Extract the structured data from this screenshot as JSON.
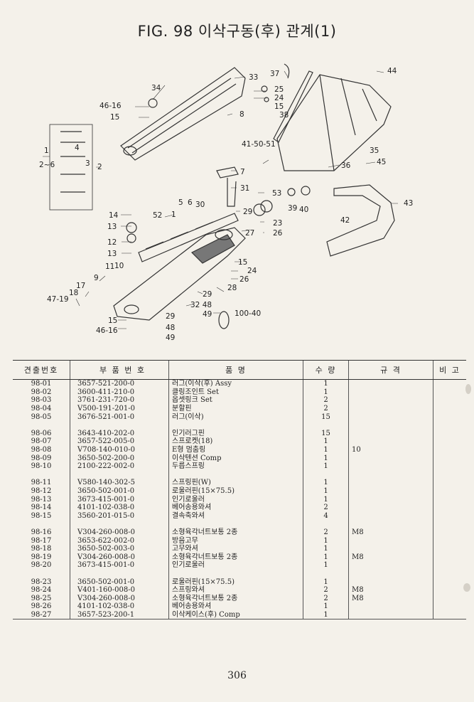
{
  "title": "FIG. 98 이삭구동(후) 관계(1)",
  "callouts": {
    "c33": "33",
    "c34": "34",
    "c37": "37",
    "c44": "44",
    "c25a": "25",
    "c24a": "24",
    "c15a": "15",
    "c38": "38",
    "c4616a": "46-16",
    "c15b": "15",
    "c8": "8",
    "c1": "1",
    "c26": "2~6",
    "c3": "3",
    "c2": "2",
    "c4": "4",
    "c41": "41-50-51",
    "c35": "35",
    "c36": "36",
    "c45": "45",
    "c7": "7",
    "c31": "31",
    "c53": "53",
    "c43": "43",
    "c5": "5",
    "c6": "6",
    "c39": "39",
    "c40": "40",
    "c42": "42",
    "c14": "14",
    "c52": "52",
    "c30": "30",
    "c29a": "29",
    "c23": "23",
    "c13a": "13",
    "c12": "12",
    "c27": "27",
    "c26b": "26",
    "c13b": "13",
    "c11": "11",
    "c10": "10",
    "c15c": "15",
    "c24b": "24",
    "c9": "9",
    "c17": "17",
    "c18": "18",
    "c26c": "26",
    "c4719": "47-19",
    "c28": "28",
    "c29b": "29",
    "c3248": "32 48",
    "c49a": "49",
    "c10040": "100-40",
    "c15d": "15",
    "c29c": "29",
    "c4616b": "46-16",
    "c48": "48",
    "c49b": "49",
    "c1b": "1"
  },
  "table": {
    "headers": [
      "견출번호",
      "부 품 번 호",
      "품 명",
      "수 량",
      "규 격",
      "비 고"
    ],
    "rows": [
      [
        "98-01",
        "3657-521-200-0",
        "러그(이삭(후) Assy",
        "1",
        "",
        ""
      ],
      [
        "98-02",
        "3600-411-210-0",
        "클링조인트 Set",
        "1",
        "",
        ""
      ],
      [
        "98-03",
        "3761-231-720-0",
        "옵셋링크 Set",
        "2",
        "",
        ""
      ],
      [
        "98-04",
        "V500-191-201-0",
        "분할핀",
        "2",
        "",
        ""
      ],
      [
        "98-05",
        "3676-521-001-0",
        "러그(이삭)",
        "15",
        "",
        ""
      ],
      [
        "",
        "",
        "",
        "",
        "",
        ""
      ],
      [
        "98-06",
        "3643-410-202-0",
        "인기러그핀",
        "15",
        "",
        ""
      ],
      [
        "98-07",
        "3657-522-005-0",
        "스프로켓(18)",
        "1",
        "",
        ""
      ],
      [
        "98-08",
        "V708-140-010-0",
        "E형 멈춤링",
        "1",
        "10",
        ""
      ],
      [
        "98-09",
        "3650-502-200-0",
        "이삭텐션 Comp",
        "1",
        "",
        ""
      ],
      [
        "98-10",
        "2100-222-002-0",
        "두릅스프링",
        "1",
        "",
        ""
      ],
      [
        "",
        "",
        "",
        "",
        "",
        ""
      ],
      [
        "98-11",
        "V580-140-302-5",
        "스프링핀(W)",
        "1",
        "",
        ""
      ],
      [
        "98-12",
        "3650-502-001-0",
        "로울러핀(15×75.5)",
        "1",
        "",
        ""
      ],
      [
        "98-13",
        "3673-415-001-0",
        "인기로울러",
        "1",
        "",
        ""
      ],
      [
        "98-14",
        "4101-102-038-0",
        "베어송용와셔",
        "2",
        "",
        ""
      ],
      [
        "98-15",
        "3560-201-015-0",
        "결속축와셔",
        "4",
        "",
        ""
      ],
      [
        "",
        "",
        "",
        "",
        "",
        ""
      ],
      [
        "98-16",
        "V304-260-008-0",
        "소형육각너트보통 2종",
        "2",
        "M8",
        ""
      ],
      [
        "98-17",
        "3653-622-002-0",
        "방음고무",
        "1",
        "",
        ""
      ],
      [
        "98-18",
        "3650-502-003-0",
        "고무와셔",
        "1",
        "",
        ""
      ],
      [
        "98-19",
        "V304-260-008-0",
        "소형육각너트보통 2종",
        "1",
        "M8",
        ""
      ],
      [
        "98-20",
        "3673-415-001-0",
        "인기로울러",
        "1",
        "",
        ""
      ],
      [
        "",
        "",
        "",
        "",
        "",
        ""
      ],
      [
        "98-23",
        "3650-502-001-0",
        "로울러핀(15×75.5)",
        "1",
        "",
        ""
      ],
      [
        "98-24",
        "V401-160-008-0",
        "스프링와셔",
        "2",
        "M8",
        ""
      ],
      [
        "98-25",
        "V304-260-008-0",
        "소형육각너트보통 2종",
        "2",
        "M8",
        ""
      ],
      [
        "98-26",
        "4101-102-038-0",
        "베어송용와셔",
        "1",
        "",
        ""
      ],
      [
        "98-27",
        "3657-523-200-1",
        "이삭케이스(후) Comp",
        "1",
        "",
        ""
      ]
    ]
  },
  "page_number": "306"
}
